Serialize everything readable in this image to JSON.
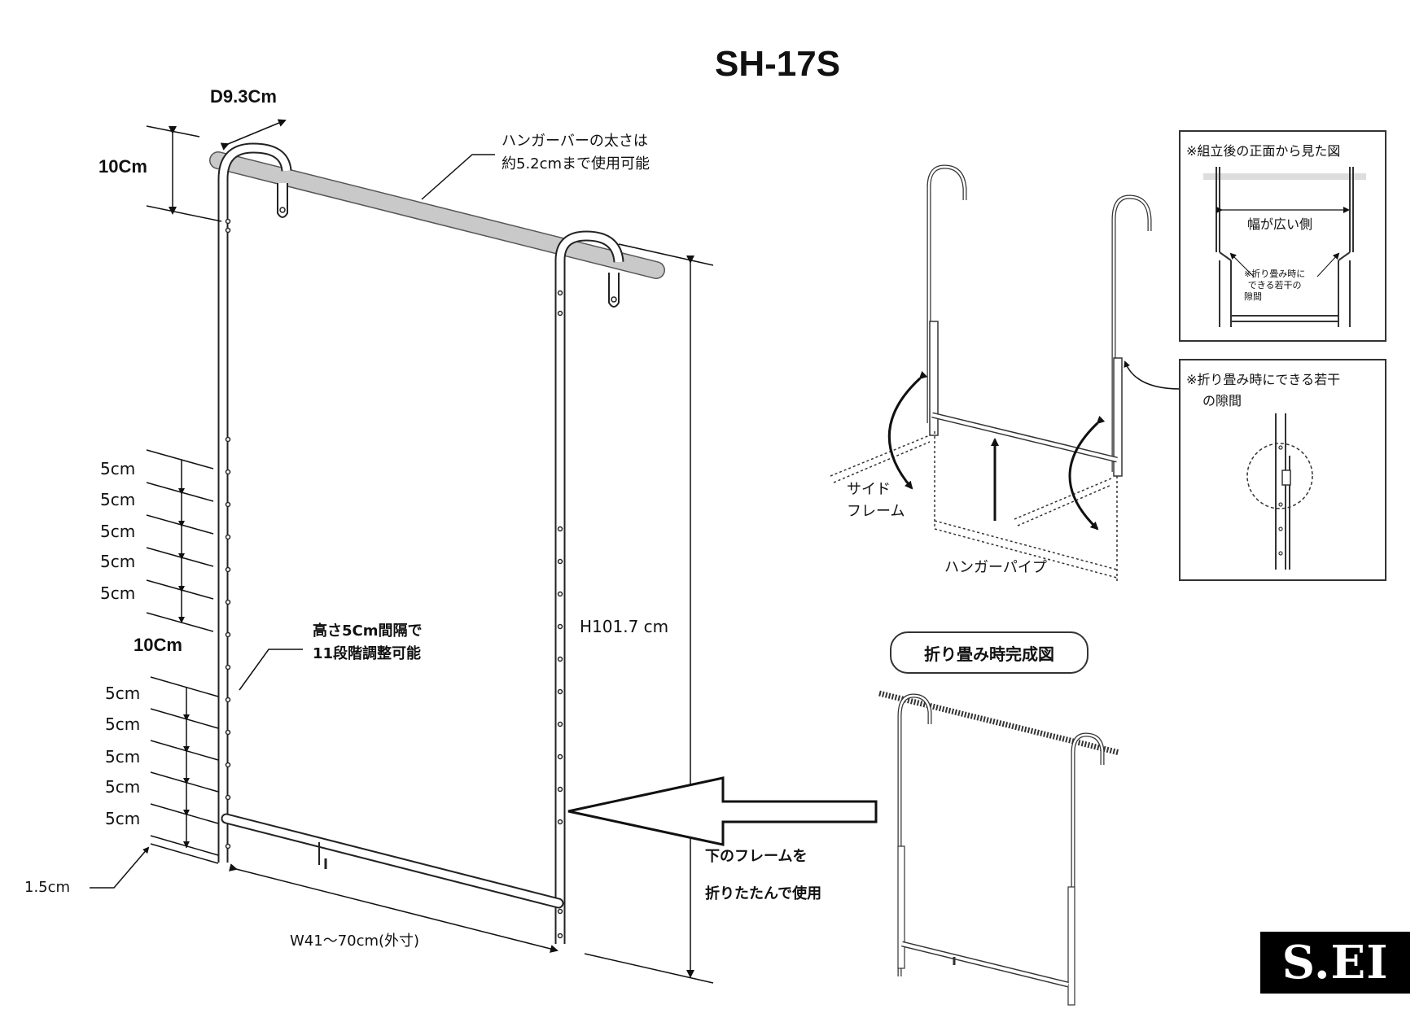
{
  "title": "SH-17S",
  "main_view": {
    "depth_label": "D9.3Cm",
    "top_height_label": "10Cm",
    "bar_note": [
      "ハンガーバーの太さは",
      "約5.2cmまで使用可能"
    ],
    "step_labels_upper": [
      "5cm",
      "5cm",
      "5cm",
      "5cm",
      "5cm"
    ],
    "middle_label": "10Cm",
    "adjust_note": [
      "高さ5Cm間隔で",
      "11段階調整可能"
    ],
    "step_labels_lower": [
      "5cm",
      "5cm",
      "5cm",
      "5cm",
      "5cm"
    ],
    "bottom_label": "1.5cm",
    "height_label": "H101.7 cm",
    "width_label": "W41～70cm(外寸)",
    "fold_note": [
      "下のフレームを",
      "折りたたんで使用"
    ]
  },
  "folding_view": {
    "side_frame_label": [
      "サイド",
      "フレーム"
    ],
    "hanger_pipe_label": "ハンガーパイプ"
  },
  "inset_front": {
    "title": "※組立後の正面から見た図",
    "wide_side_label": "幅が広い側",
    "gap_note": [
      "※折り畳み時に",
      "できる若干の",
      "隙間"
    ]
  },
  "inset_gap": {
    "title": [
      "※折り畳み時にできる若干",
      "の隙間"
    ]
  },
  "folded_view": {
    "badge": "折り畳み時完成図"
  },
  "logo": "S.EI"
}
